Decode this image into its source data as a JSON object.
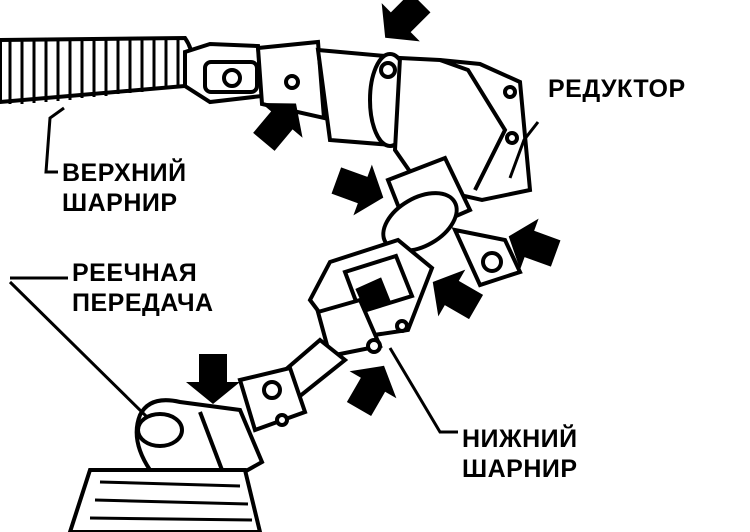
{
  "labels": {
    "upper_joint_line1": "ВЕРХНИЙ",
    "upper_joint_line2": "ШАРНИР",
    "gearbox": "РЕДУКТОР",
    "rack_line1": "РЕЕЧНАЯ",
    "rack_line2": "ПЕРЕДАЧА",
    "lower_joint_line1": "НИЖНИЙ",
    "lower_joint_line2": "ШАРНИР"
  },
  "arrows": {
    "count": 7,
    "color": "#000000"
  },
  "line_color": "#000000"
}
